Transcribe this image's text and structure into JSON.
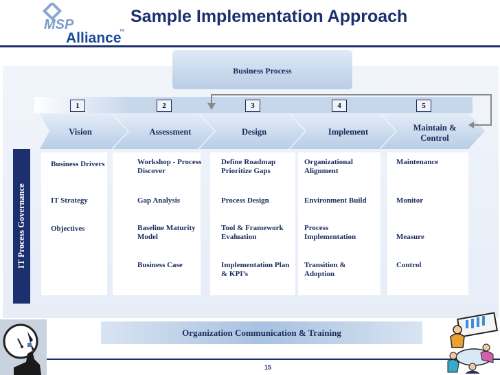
{
  "slide": {
    "title": "Sample Implementation Approach",
    "logo": {
      "top_text": "MSP",
      "bottom_text": "Alliance",
      "tm": "TM"
    },
    "business_process_label": "Business Process",
    "side_label": "IT Process Governance",
    "footer_label": "Organization Communication & Training",
    "page_number": "15"
  },
  "phases": [
    {
      "number": "1",
      "label": "Vision"
    },
    {
      "number": "2",
      "label": "Assessment"
    },
    {
      "number": "3",
      "label": "Design"
    },
    {
      "number": "4",
      "label": "Implement"
    },
    {
      "number": "5",
      "label": "Maintain & Control"
    }
  ],
  "grid": [
    [
      "Business Drivers",
      "Workshop - Process Discover",
      "Define Roadmap Prioritize Gaps",
      "Organizational Alignment",
      "Maintenance"
    ],
    [
      "IT Strategy",
      "Gap Analysis",
      "Process Design",
      "Environment Build",
      "Monitor"
    ],
    [
      "Objectives",
      "Baseline Maturity Model",
      "Tool & Framework Evaluation",
      "Process Implementation",
      "Measure"
    ],
    [
      "",
      "Business Case",
      "Implementation Plan & KPI’s",
      "Transition & Adoption",
      "Control"
    ]
  ],
  "colors": {
    "navy": "#1c2f6e",
    "light_blue": "#c6d7ec",
    "arrow_blue": "#2d7fd2"
  }
}
